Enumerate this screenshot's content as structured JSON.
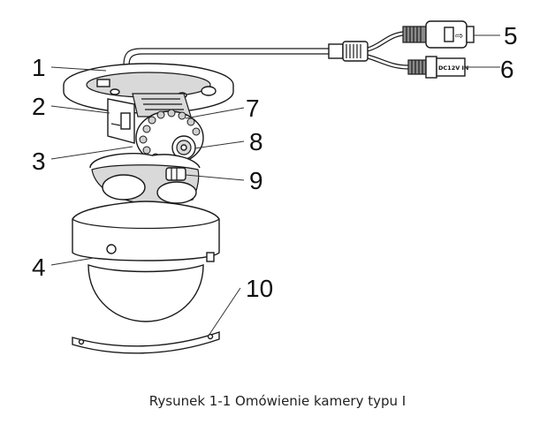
{
  "figure": {
    "caption": "Rysunek 1-1 Omówienie kamery typu I",
    "callouts": [
      "1",
      "2",
      "3",
      "4",
      "5",
      "6",
      "7",
      "8",
      "9",
      "10"
    ],
    "power_label": "DC12V IN",
    "network_symbol": "⇨"
  }
}
